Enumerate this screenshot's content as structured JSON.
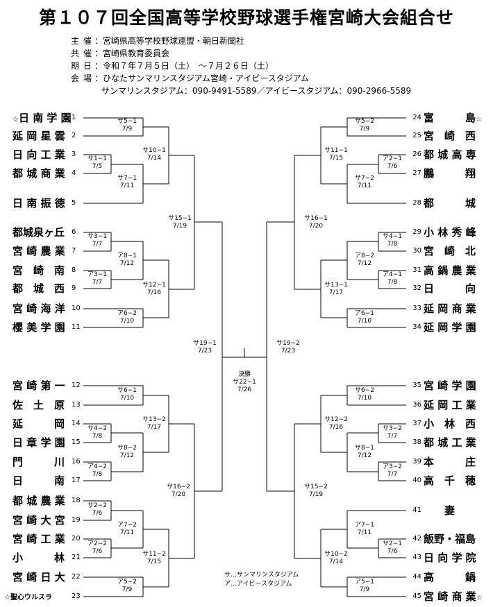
{
  "title": "第１０７回全国高等学校野球選手権宮崎大会組合せ",
  "info": {
    "organizer": {
      "label": "主催",
      "value": "宮崎県高等学校野球連盟・朝日新聞社"
    },
    "cosponsor": {
      "label": "共催",
      "value": "宮崎県教育委員会"
    },
    "period": {
      "label": "期日",
      "value": "令和７年７月５日（土）　～７月２６日（土）"
    },
    "venue": {
      "label": "会場",
      "value": "ひなたサンマリンスタジアム宮崎・アイビースタジアム"
    },
    "phones": "サンマリンスタジアム：090-9491-5589／アイビースタジアム：090-2966-5589"
  },
  "left_teams": [
    {
      "num": "1",
      "name": "日 南 学 園",
      "star": "☆"
    },
    {
      "num": "2",
      "name": "延 岡 星 雲"
    },
    {
      "num": "3",
      "name": "日 向 工 業"
    },
    {
      "num": "4",
      "name": "都 城 商 業"
    },
    {
      "num": "5",
      "name": "日 南 振 徳"
    },
    {
      "num": "6",
      "name": "都城泉ヶ丘"
    },
    {
      "num": "7",
      "name": "宮 崎 農 業"
    },
    {
      "num": "8",
      "name": "宮　崎　南"
    },
    {
      "num": "9",
      "name": "都　城　西"
    },
    {
      "num": "10",
      "name": "宮 崎 海 洋"
    },
    {
      "num": "11",
      "name": "櫻 美 学 園"
    },
    {
      "num": "12",
      "name": "宮 崎 第 一"
    },
    {
      "num": "13",
      "name": "佐　土　原"
    },
    {
      "num": "14",
      "name": "延　　　岡"
    },
    {
      "num": "15",
      "name": "日 章 学 園"
    },
    {
      "num": "16",
      "name": "門　　　川"
    },
    {
      "num": "17",
      "name": "日　　　南"
    },
    {
      "num": "18",
      "name": "都 城 農 業"
    },
    {
      "num": "19",
      "name": "宮 崎 大 宮"
    },
    {
      "num": "20",
      "name": "宮 崎 工 業"
    },
    {
      "num": "21",
      "name": "小　　　林"
    },
    {
      "num": "22",
      "name": "宮 崎 日 大"
    },
    {
      "num": "23",
      "name": "聖心ウルスラ",
      "star": "☆"
    }
  ],
  "right_teams": [
    {
      "num": "24",
      "name": "富　　　島",
      "star": "☆"
    },
    {
      "num": "25",
      "name": "宮　崎　西"
    },
    {
      "num": "26",
      "name": "都 城 高 専"
    },
    {
      "num": "27",
      "name": "鵬　　　翔"
    },
    {
      "num": "28",
      "name": "都　　　城"
    },
    {
      "num": "29",
      "name": "小 林 秀 峰"
    },
    {
      "num": "30",
      "name": "宮　崎　北"
    },
    {
      "num": "31",
      "name": "高 鍋 農 業"
    },
    {
      "num": "32",
      "name": "日　　　向"
    },
    {
      "num": "33",
      "name": "延 岡 商 業"
    },
    {
      "num": "34",
      "name": "延 岡 学 園"
    },
    {
      "num": "35",
      "name": "宮 崎 学 園"
    },
    {
      "num": "36",
      "name": "延 岡 工 業"
    },
    {
      "num": "37",
      "name": "小　林　西"
    },
    {
      "num": "38",
      "name": "都 城 工 業"
    },
    {
      "num": "39",
      "name": "本　　　庄"
    },
    {
      "num": "40",
      "name": "高　千　穂"
    },
    {
      "num": "41",
      "name": "妻"
    },
    {
      "num": "42",
      "name": "飯野・福島"
    },
    {
      "num": "43",
      "name": "日 向 学 院"
    },
    {
      "num": "44",
      "name": "高　　　鍋"
    },
    {
      "num": "45",
      "name": "宮 崎 商 業",
      "star": "☆"
    }
  ],
  "games": {
    "s5_1": {
      "code": "サ5−1",
      "date": "7/9"
    },
    "s1_1": {
      "code": "サ1−1",
      "date": "7/5"
    },
    "s7_1": {
      "code": "サ7−1",
      "date": "7/11"
    },
    "s10_1": {
      "code": "サ10−1",
      "date": "7/14"
    },
    "s3_1": {
      "code": "サ3−1",
      "date": "7/7"
    },
    "a3_1": {
      "code": "ア3−1",
      "date": "7/7"
    },
    "a8_1": {
      "code": "ア8−1",
      "date": "7/12"
    },
    "a6_2": {
      "code": "ア6−2",
      "date": "7/10"
    },
    "s12_1": {
      "code": "サ12−1",
      "date": "7/16"
    },
    "s15_1": {
      "code": "サ15−1",
      "date": "7/19"
    },
    "s19_1": {
      "code": "サ19−1",
      "date": "7/23"
    },
    "s6_1": {
      "code": "サ6−1",
      "date": "7/10"
    },
    "s4_2": {
      "code": "サ4−2",
      "date": "7/8"
    },
    "a4_2": {
      "code": "ア4−2",
      "date": "7/8"
    },
    "s8_2": {
      "code": "サ8−2",
      "date": "7/12"
    },
    "s13_2": {
      "code": "サ13−2",
      "date": "7/17"
    },
    "s2_2": {
      "code": "サ2−2",
      "date": "7/6"
    },
    "a2_2": {
      "code": "ア2−2",
      "date": "7/6"
    },
    "a7_2": {
      "code": "ア7−2",
      "date": "7/11"
    },
    "a5_2": {
      "code": "ア5−2",
      "date": "7/9"
    },
    "s11_2": {
      "code": "サ11−2",
      "date": "7/15"
    },
    "s16_2": {
      "code": "サ16−2",
      "date": "7/20"
    },
    "final": {
      "label": "決勝",
      "code": "サ22−1",
      "date": "7/26"
    },
    "s5_2": {
      "code": "サ5−2",
      "date": "7/9"
    },
    "a2_1": {
      "code": "ア2−1",
      "date": "7/6"
    },
    "s7_2": {
      "code": "サ7−2",
      "date": "7/11"
    },
    "s11_1": {
      "code": "サ11−1",
      "date": "7/15"
    },
    "s4_1": {
      "code": "サ4−1",
      "date": "7/8"
    },
    "a4_1": {
      "code": "ア4−1",
      "date": "7/8"
    },
    "a8_2": {
      "code": "ア8−2",
      "date": "7/12"
    },
    "a6_1": {
      "code": "ア6−1",
      "date": "7/10"
    },
    "s13_1": {
      "code": "サ13−1",
      "date": "7/17"
    },
    "s16_1": {
      "code": "サ16−1",
      "date": "7/20"
    },
    "s19_2": {
      "code": "サ19−2",
      "date": "7/23"
    },
    "s6_2": {
      "code": "サ6−2",
      "date": "7/10"
    },
    "s3_2": {
      "code": "サ3−2",
      "date": "7/7"
    },
    "a3_2": {
      "code": "ア3−2",
      "date": "7/7"
    },
    "s8_1": {
      "code": "サ8−1",
      "date": "7/12"
    },
    "s12_2": {
      "code": "サ12−2",
      "date": "7/16"
    },
    "a7_1": {
      "code": "ア7−1",
      "date": "7/11"
    },
    "s2_1": {
      "code": "サ2−1",
      "date": "7/6"
    },
    "a5_1": {
      "code": "ア5−1",
      "date": "7/9"
    },
    "s10_2": {
      "code": "サ10−2",
      "date": "7/14"
    },
    "s15_2": {
      "code": "サ15−2",
      "date": "7/19"
    }
  },
  "legend": {
    "sa": "サ…サンマリンスタジアム",
    "a": "ア…アイビースタジアム"
  }
}
